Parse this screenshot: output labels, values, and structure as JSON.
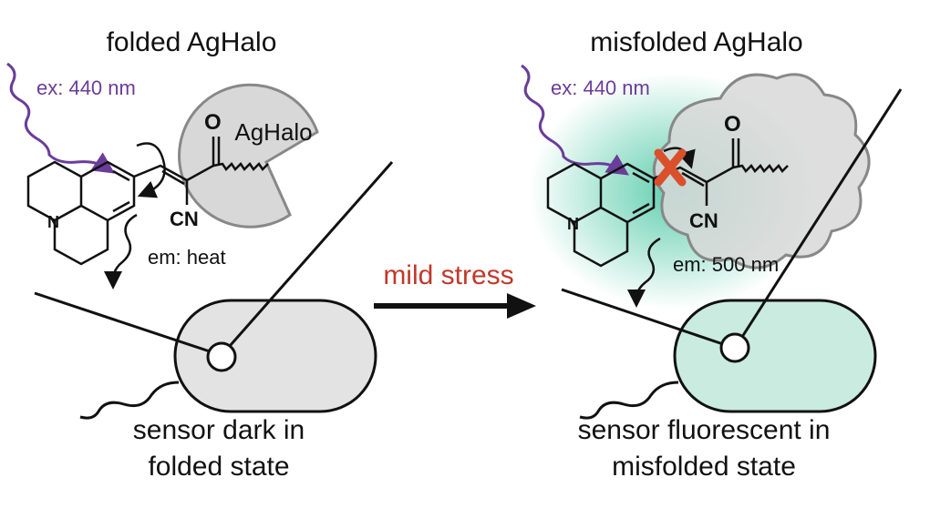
{
  "left_panel": {
    "title": "folded AgHalo",
    "excitation": "ex: 440 nm",
    "protein_label": "AgHalo",
    "oxygen": "O",
    "cyano": "CN",
    "nitrogen": "N",
    "emission": "em: heat",
    "caption_line1": "sensor dark in",
    "caption_line2": "folded state"
  },
  "arrow": {
    "label": "mild stress"
  },
  "right_panel": {
    "title": "misfolded AgHalo",
    "excitation": "ex: 440 nm",
    "oxygen": "O",
    "cyano": "CN",
    "nitrogen": "N",
    "emission": "em: 500 nm",
    "caption_line1": "sensor fluorescent in",
    "caption_line2": "misfolded state"
  },
  "colors": {
    "excitation": "#6a3d9a",
    "stress_label": "#c0392b",
    "blocked_rotation": "#d9502b",
    "fluorescence_glow": "#2fbf94",
    "cell_folded": "#e3e3e3",
    "cell_misfolded": "#c9ebe0",
    "protein_fill": "#d8d8d8"
  }
}
